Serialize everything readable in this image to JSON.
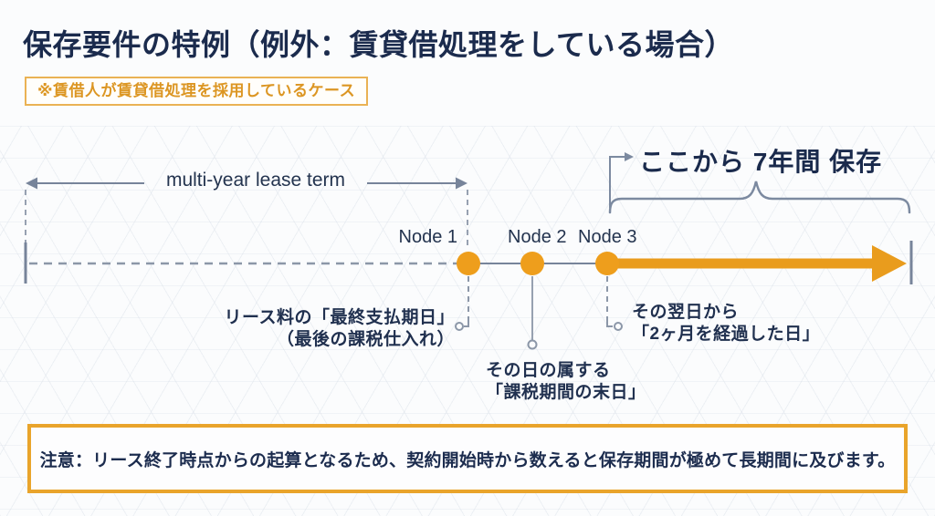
{
  "page": {
    "title": "保存要件の特例（例外：賃貸借処理をしている場合）",
    "subtitle_badge": "※賃借人が賃貸借処理を採用しているケース"
  },
  "timeline": {
    "lease_term_label": "multi-year lease term",
    "retention_label": "ここから 7年間 保存",
    "nodes": [
      {
        "label": "Node 1",
        "note_line1": "リース料の「最終支払期日」",
        "note_line2": "（最後の課税仕入れ）"
      },
      {
        "label": "Node 2",
        "note_line1": "その日の属する",
        "note_line2": "「課税期間の末日」"
      },
      {
        "label": "Node 3",
        "note_line1": "その翌日から",
        "note_line2": "「2ヶ月を経過した日」"
      }
    ]
  },
  "note": {
    "text": "注意：リース終了時点からの起算となるため、契約開始時から数えると保存期間が極めて長期間に及びます。"
  },
  "colors": {
    "navy_text": "#1b2b4d",
    "orange_accent": "#e99c1d",
    "orange_border": "#e9a42b",
    "gray_line": "#77849a"
  }
}
